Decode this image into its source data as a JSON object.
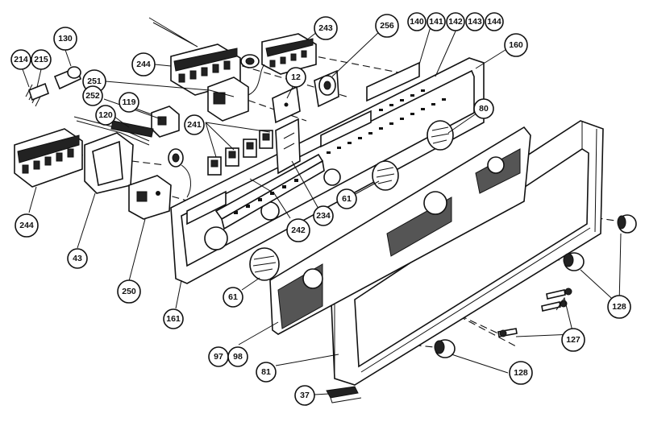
{
  "callouts": [
    {
      "label": "130"
    },
    {
      "label": "214"
    },
    {
      "label": "215"
    },
    {
      "label": "244"
    },
    {
      "label": "251"
    },
    {
      "label": "243"
    },
    {
      "label": "256"
    },
    {
      "label": "140"
    },
    {
      "label": "141"
    },
    {
      "label": "142"
    },
    {
      "label": "143"
    },
    {
      "label": "144"
    },
    {
      "label": "160"
    },
    {
      "label": "12"
    },
    {
      "label": "119"
    },
    {
      "label": "252"
    },
    {
      "label": "120"
    },
    {
      "label": "241"
    },
    {
      "label": "80"
    },
    {
      "label": "244"
    },
    {
      "label": "61"
    },
    {
      "label": "234"
    },
    {
      "label": "43"
    },
    {
      "label": "242"
    },
    {
      "label": "250"
    },
    {
      "label": "61"
    },
    {
      "label": "161"
    },
    {
      "label": "128"
    },
    {
      "label": "127"
    },
    {
      "label": "97"
    },
    {
      "label": "98"
    },
    {
      "label": "81"
    },
    {
      "label": "128"
    },
    {
      "label": "37"
    }
  ]
}
